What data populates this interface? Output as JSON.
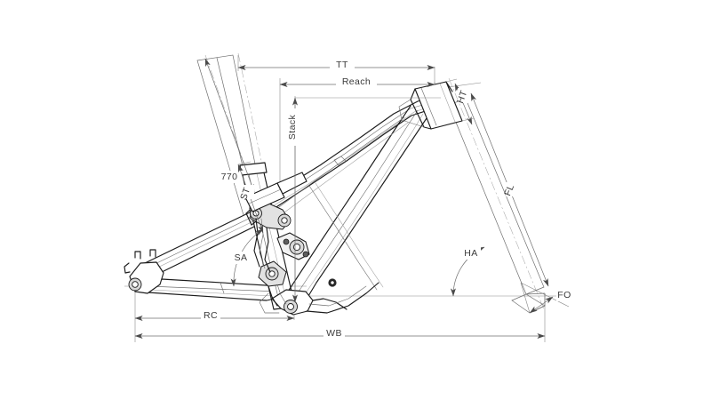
{
  "drawing": {
    "title": "Bicycle Frame Geometry Diagram",
    "background_color": "#ffffff",
    "line_color": "#1c1c1c",
    "dimension_color": "#6f6f6f",
    "text_color": "#3a3a3a"
  },
  "dimensions": {
    "tt": {
      "label": "TT",
      "meaning": "Top Tube Length",
      "orientation": "horizontal"
    },
    "reach": {
      "label": "Reach",
      "meaning": "Reach",
      "orientation": "horizontal"
    },
    "stack": {
      "label": "Stack",
      "meaning": "Stack Height",
      "orientation": "vertical"
    },
    "ht": {
      "label": "HT",
      "meaning": "Head Tube Length",
      "orientation": "angled"
    },
    "fl": {
      "label": "FL",
      "meaning": "Fork Length",
      "orientation": "angled"
    },
    "ha": {
      "label": "HA",
      "meaning": "Head Angle",
      "orientation": "angle"
    },
    "fo": {
      "label": "FO",
      "meaning": "Fork Offset",
      "orientation": "angled"
    },
    "st": {
      "label": "ST",
      "meaning": "Seat Tube Length",
      "orientation": "angled"
    },
    "sa": {
      "label": "SA",
      "meaning": "Seat Angle",
      "orientation": "angle"
    },
    "seatpost": {
      "label": "770",
      "meaning": "Max Seatpost Extension",
      "orientation": "angled"
    },
    "rc": {
      "label": "RC",
      "meaning": "Rear Centre / Chainstay Length",
      "orientation": "horizontal"
    },
    "wb": {
      "label": "WB",
      "meaning": "Wheelbase",
      "orientation": "horizontal"
    }
  }
}
